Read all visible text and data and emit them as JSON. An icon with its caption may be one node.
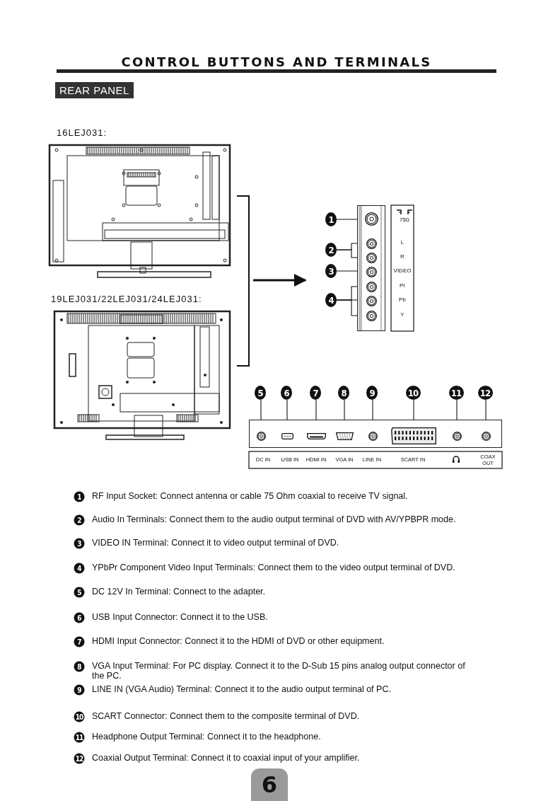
{
  "diagram": {
    "title": "CONTROL BUTTONS AND TERMINALS",
    "nodes": [
      {
        "text": [
          "1"
        ]
      },
      {
        "text": [
          "2"
        ]
      },
      {
        "text": [
          "3"
        ]
      },
      {
        "text": [
          "4"
        ]
      },
      {
        "text": [],
        "shape": "box"
      },
      {
        "text": [],
        "shape": "circle",
        "in": 4
      },
      {
        "text": [],
        "shape": "circle",
        "in": 4
      },
      {
        "text": [],
        "shape": "circle",
        "in": 4
      },
      {
        "text": [],
        "shape": "circle",
        "in": 4
      },
      {
        "text": [],
        "shape": "circle",
        "in": 4
      },
      {
        "text": [],
        "shape": "circle",
        "in": 4
      },
      {
        "text": [],
        "shape": "circle",
        "in": 4
      },
      {
        "text": [
          "5"
        ]
      },
      {
        "text": [
          "6"
        ]
      },
      {
        "text": [
          "7"
        ]
      },
      {
        "text": [
          "8"
        ]
      },
      {
        "text": [
          "9"
        ]
      },
      {
        "text": [
          "10"
        ]
      },
      {
        "text": [
          "11"
        ]
      },
      {
        "text": [
          "12"
        ]
      },
      {
        "text": [],
        "shape": "box"
      },
      {
        "text": [],
        "shape": "circle",
        "in": 20
      },
      {
        "text": [],
        "shape": "box",
        "in": 20
      },
      {
        "text": [],
        "shape": "box",
        "in": 20
      },
      {
        "text": [],
        "shape": "box",
        "in": 20
      },
      {
        "text": [],
        "shape": "circle",
        "in": 20
      },
      {
        "text": [],
        "shape": "box",
        "in": 20
      },
      {
        "text": [],
        "shape": "circle",
        "in": 20
      },
      {
        "text": [],
        "shape": "circle",
        "in": 20
      }
    ],
    "edges": [
      {
        "from": 0,
        "to": 5,
        "arrow": "none"
      },
      {
        "from": 1,
        "to": 6,
        "arrow": "none"
      },
      {
        "from": 1,
        "to": 7,
        "arrow": "none"
      },
      {
        "from": 2,
        "to": 8,
        "arrow": "none"
      },
      {
        "from": 3,
        "to": 9,
        "arrow": "none"
      },
      {
        "from": 3,
        "to": 10,
        "arrow": "none"
      },
      {
        "from": 3,
        "to": 11,
        "arrow": "none"
      },
      {
        "from": 12,
        "to": 21,
        "arrow": "none"
      },
      {
        "from": 13,
        "to": 22,
        "arrow": "none"
      },
      {
        "from": 14,
        "to": 23,
        "arrow": "none"
      },
      {
        "from": 15,
        "to": 24,
        "arrow": "none"
      },
      {
        "from": 16,
        "to": 25,
        "arrow": "none"
      },
      {
        "from": 17,
        "to": 26,
        "arrow": "none"
      },
      {
        "from": 18,
        "to": 27,
        "arrow": "none"
      },
      {
        "from": 19,
        "to": 28,
        "arrow": "none"
      }
    ],
    "labels": [
      "REAR PANEL",
      "16LEJ031:",
      "19LEJ031/22LEJ031/24LEJ031:",
      "75Ω",
      "L",
      "R",
      "VIDEO",
      "Pr",
      "Pb",
      "Y",
      "DC IN",
      "USB IN",
      "HDMI IN",
      "VGA IN",
      "LINE IN",
      "SCART IN",
      "COAX OUT",
      "1",
      "RF Input Socket: Connect antenna or cable 75 Ohm coaxial to receive TV signal.",
      "2",
      "Audio In Terminals: Connect them to the audio output terminal of DVD with AV/YPBPR mode.",
      "3",
      "VIDEO IN Terminal: Connect it to video output terminal of DVD.",
      "4",
      "YPbPr Component Video Input Terminals: Connect  them to the video output terminal of DVD.",
      "5",
      "DC 12V In Terminal: Connect to the adapter.",
      "6",
      "USB Input Connector: Connect it to the USB.",
      "7",
      "HDMI Input Connector: Connect it to the HDMI of DVD or other equipment.",
      "8",
      "VGA Input Terminal: For PC display. Connect it to the D-Sub 15 pins analog output connector of the PC.",
      "9",
      "LINE IN (VGA  Audio) Terminal: Connect it to the audio output terminal of PC.",
      "10",
      "SCART Connector: Connect them to the composite terminal of DVD.",
      "11",
      "Headphone Output Terminal: Connect it to the headphone.",
      "12",
      "Coaxial Output Terminal: Connect it to coaxial input of your amplifier.",
      "6"
    ]
  }
}
